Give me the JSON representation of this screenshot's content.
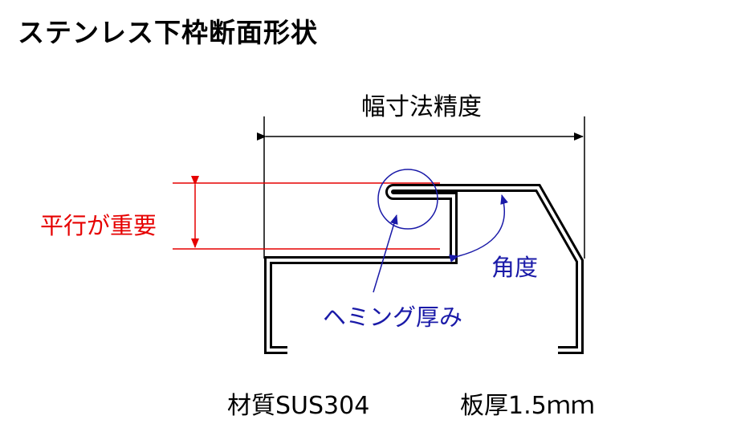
{
  "title": "ステンレス下枠断面形状",
  "labels": {
    "width_accuracy": "幅寸法精度",
    "parallel_important": "平行が重要",
    "angle": "角度",
    "hemming_thickness": "ヘミング厚み",
    "material": "材質SUS304",
    "plate_thickness": "板厚1.5ｍｍ"
  },
  "colors": {
    "profile": "#000000",
    "parallel_marker": "#e60000",
    "annotation": "#1a1aa8"
  }
}
